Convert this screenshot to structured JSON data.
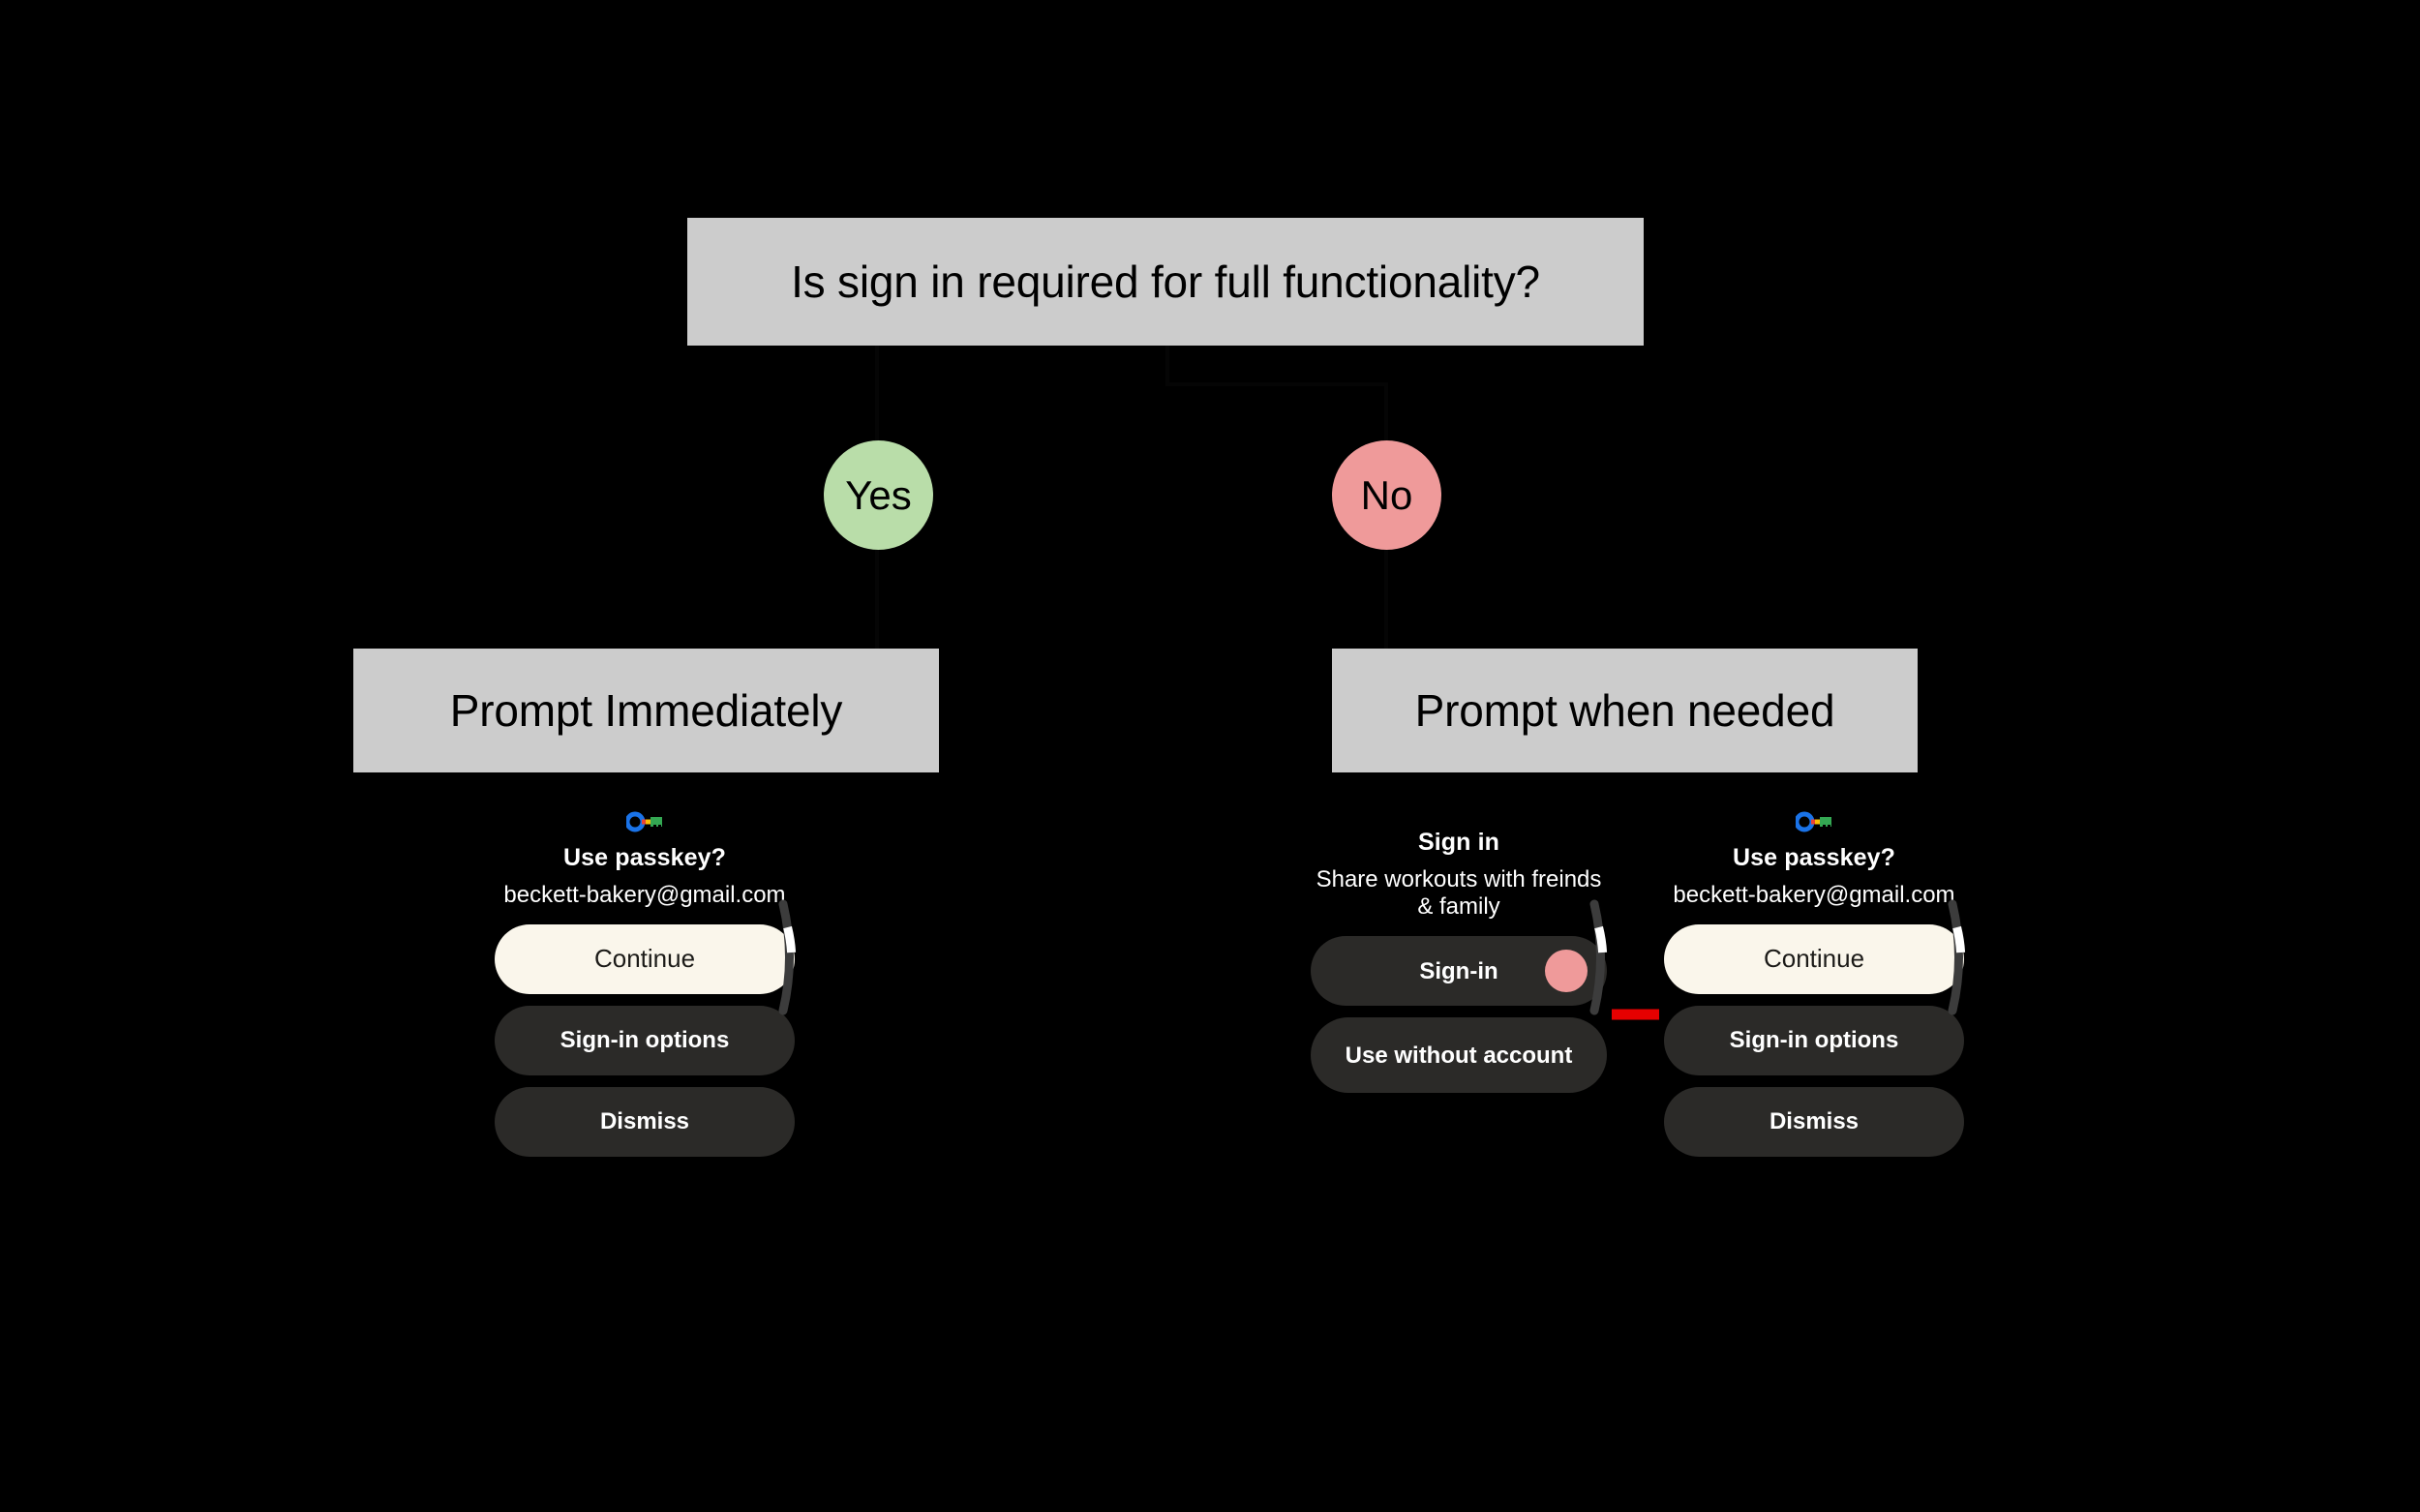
{
  "diagram": {
    "background_color": "#000000",
    "box_fill": "#cccccc",
    "root": {
      "label": "Is sign in required for full functionality?"
    },
    "branches": [
      {
        "label": "Yes",
        "color": "#b9dda9"
      },
      {
        "label": "No",
        "color": "#ef9a9a"
      }
    ],
    "outcomes": [
      {
        "label": "Prompt Immediately"
      },
      {
        "label": "Prompt when needed"
      }
    ],
    "annotation": {
      "arrow_color": "#e60000",
      "arrow_name": "signin-leads-to-passkey-prompt"
    }
  },
  "panels": {
    "left_passkey": {
      "icon": "google-passkey-key-icon",
      "title": "Use passkey?",
      "subtitle": "beckett-bakery@gmail.com",
      "buttons": [
        {
          "label": "Continue",
          "style": "primary",
          "fill": "#faf6eb"
        },
        {
          "label": "Sign-in options",
          "style": "secondary",
          "fill": "#2b2a28"
        },
        {
          "label": "Dismiss",
          "style": "secondary",
          "fill": "#2b2a28"
        }
      ],
      "scrollbar": "curved-scroll-indicator"
    },
    "signin": {
      "title": "Sign in",
      "subtitle": "Share workouts with freinds & family",
      "buttons": [
        {
          "label": "Sign-in",
          "style": "secondary",
          "fill": "#2b2a28",
          "badge_color": "#ef9a9a"
        },
        {
          "label": "Use without account",
          "style": "secondary",
          "fill": "#2b2a28"
        }
      ],
      "scrollbar": "curved-scroll-indicator"
    },
    "right_passkey": {
      "icon": "google-passkey-key-icon",
      "title": "Use passkey?",
      "subtitle": "beckett-bakery@gmail.com",
      "buttons": [
        {
          "label": "Continue",
          "style": "primary",
          "fill": "#faf6eb"
        },
        {
          "label": "Sign-in options",
          "style": "secondary",
          "fill": "#2b2a28"
        },
        {
          "label": "Dismiss",
          "style": "secondary",
          "fill": "#2b2a28"
        }
      ],
      "scrollbar": "curved-scroll-indicator"
    }
  }
}
